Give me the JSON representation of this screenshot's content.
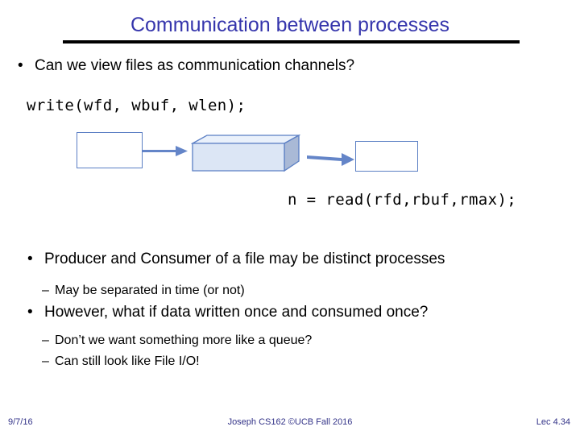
{
  "slide": {
    "title": "Communication between processes",
    "bullets": [
      {
        "marker": "•",
        "text": "Can we view files as communication channels?"
      },
      {
        "marker": "•",
        "text": "Producer and Consumer of a file may be distinct processes"
      },
      {
        "marker": "•",
        "text": "However, what if data written once and consumed once?"
      }
    ],
    "sub_bullets": [
      {
        "marker": "–",
        "text": "May be separated in time (or not)"
      },
      {
        "marker": "–",
        "text": "Don’t we want something more like a queue?"
      },
      {
        "marker": "–",
        "text": "Can still look like File I/O!"
      }
    ],
    "code": {
      "write_call": "write(wfd, wbuf, wlen);",
      "read_call": "n = read(rfd,rbuf,rmax);"
    },
    "diagram": {
      "writer_box_label": "",
      "file_box_label": "",
      "reader_box_label": "",
      "arrow_1_name": "write-arrow",
      "arrow_2_name": "read-arrow"
    }
  },
  "footer": {
    "date": "9/7/16",
    "attribution": "Joseph CS162 ©UCB Fall 2016",
    "page": "Lec 4.34"
  },
  "colors": {
    "title": "#3535ac",
    "rule": "#000000",
    "body_text": "#000000",
    "box_stroke": "#5b7fc4",
    "box_fill": "#ffffff",
    "slab_front": "#dce6f5",
    "slab_top": "#eaf1fb",
    "slab_side": "#a9b9d6",
    "arrow": "#6485c8",
    "footer_text": "#333388",
    "background": "#ffffff"
  }
}
